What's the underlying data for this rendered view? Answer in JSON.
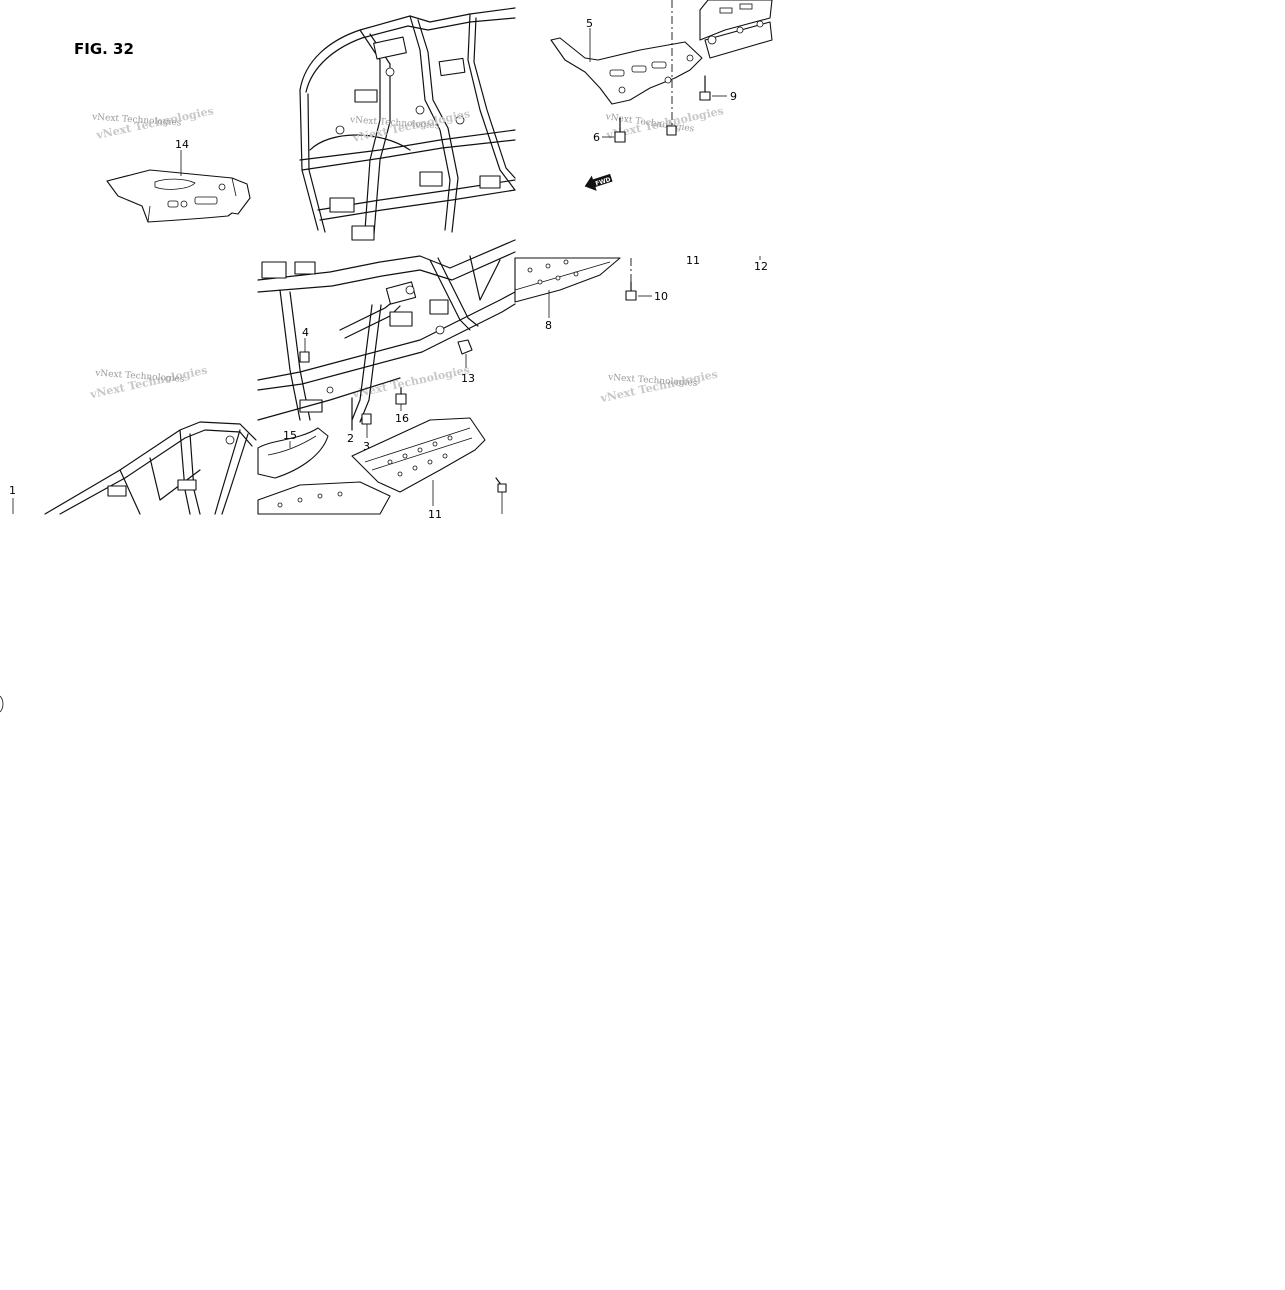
{
  "figure": {
    "title": "FIG. 32"
  },
  "watermarks": [
    {
      "id": "wm-1",
      "text": "vNext Technologies"
    },
    {
      "id": "wm-2",
      "text": "vNext Technologies"
    },
    {
      "id": "wm-3",
      "text": "vNext Technologies"
    },
    {
      "id": "wm-4",
      "text": "vNext Technologies"
    },
    {
      "id": "wm-5",
      "text": "vNext Technologies"
    }
  ],
  "direction_marker": {
    "text": "FWD"
  },
  "callouts": {
    "c1": "1",
    "c2": "2",
    "c3": "3",
    "c4": "4",
    "c5": "5",
    "c6": "6",
    "c8": "8",
    "c9": "9",
    "c10": "10",
    "c11a": "11",
    "c11b": "11",
    "c12": "12",
    "c13": "13",
    "c14": "14",
    "c15": "15",
    "c16": "16"
  },
  "colors": {
    "ink": "#111111",
    "paper": "#ffffff",
    "watermark": "#9a9a9a"
  }
}
